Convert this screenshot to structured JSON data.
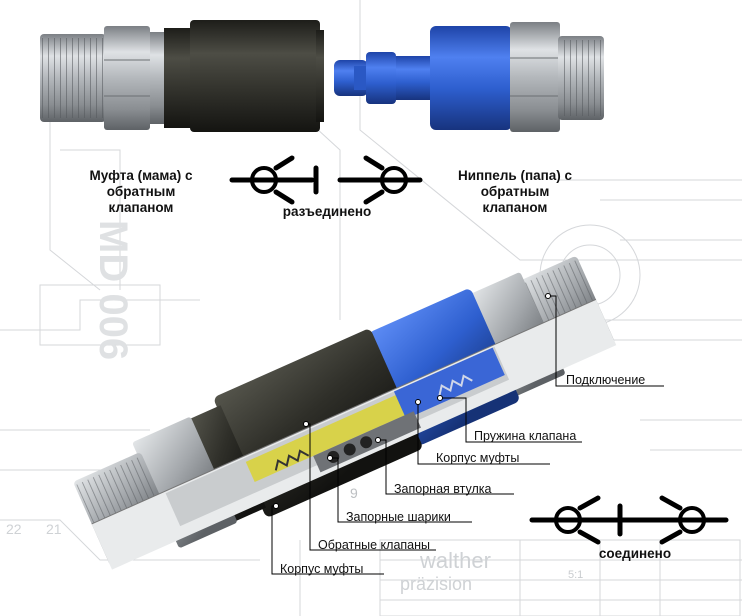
{
  "captions": {
    "female_line1": "Муфта (мама) с",
    "female_line2": "обратным",
    "female_line3": "клапаном",
    "male_line1": "Ниппель (папа) с",
    "male_line2": "обратным",
    "male_line3": "клапаном",
    "disconnected": "разъединено",
    "connected": "соединено"
  },
  "callouts": {
    "connection": "Подключение",
    "valve_spring": "Пружина клапана",
    "coupling_body_right": "Корпус муфты",
    "locking_sleeve": "Запорная втулка",
    "locking_balls": "Запорные шарики",
    "check_valves": "Обратные клапаны",
    "coupling_body_left": "Корпус муфты"
  },
  "background_marks": {
    "drawing_code": "MD 006",
    "brand_line1": "walther",
    "brand_line2": "präzision",
    "table_scale": "5:1",
    "number_22": "22",
    "number_21": "21",
    "number_9": "9"
  },
  "colors": {
    "steel": "#a9adb1",
    "dark_body": "#2f2f29",
    "blue_body": "#2e5fcf",
    "yellow_valve": "#d8d24a",
    "line": "#000000"
  }
}
